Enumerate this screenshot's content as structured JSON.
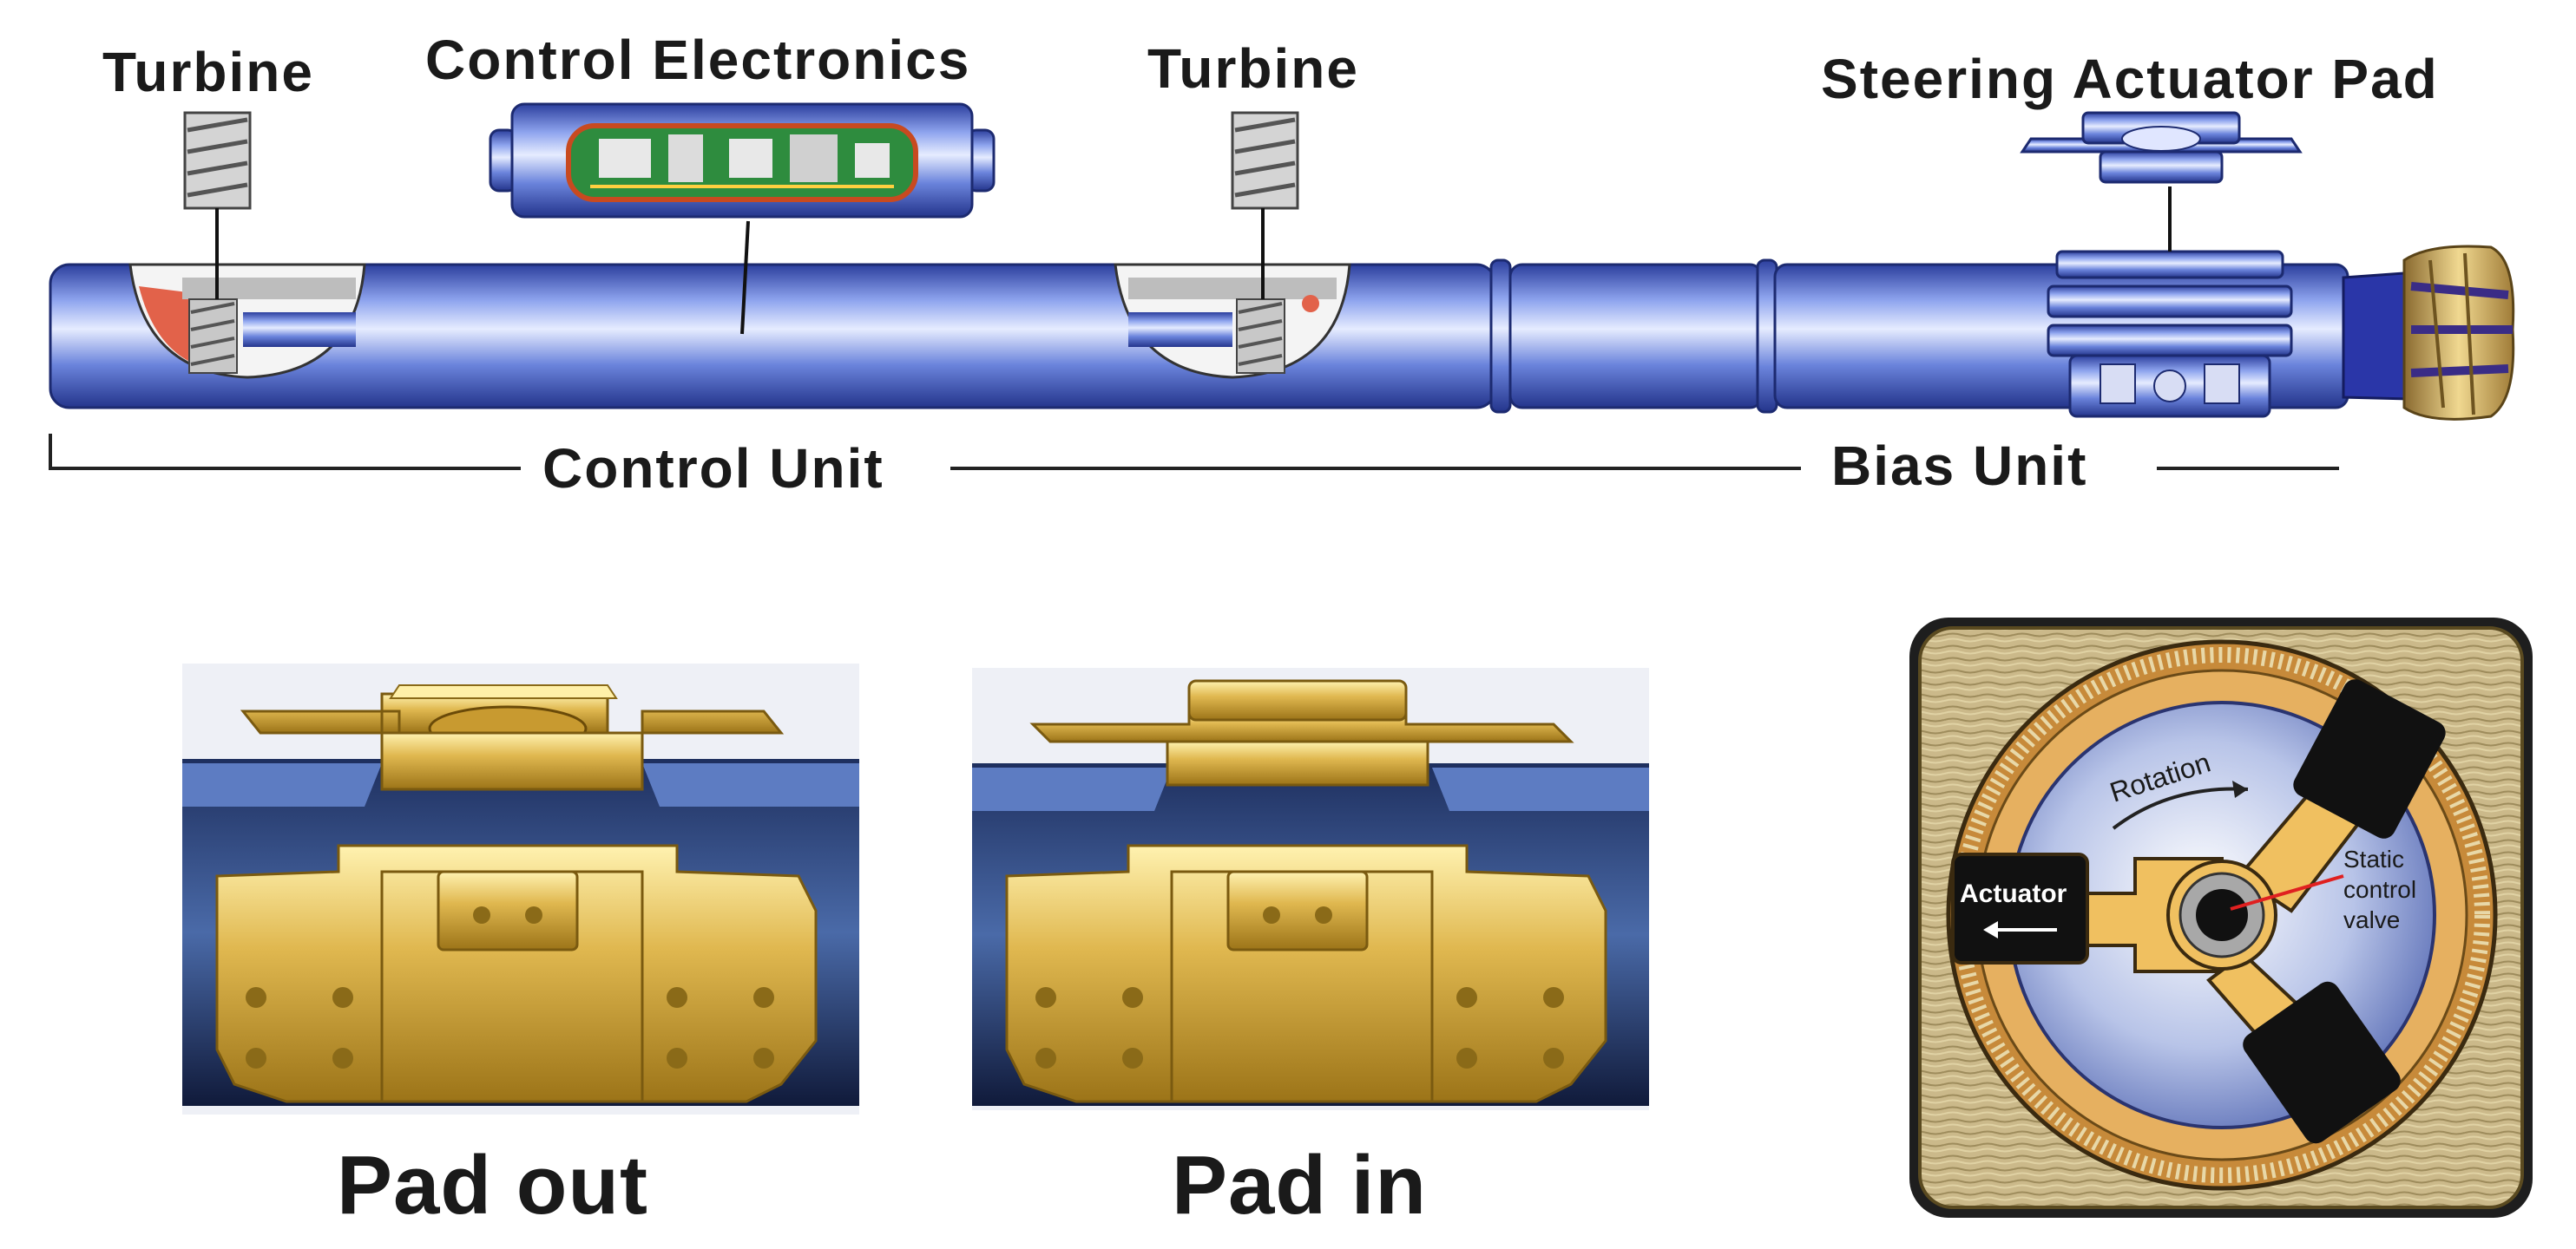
{
  "top_labels": {
    "turbine_left": "Turbine",
    "control_electronics": "Control Electronics",
    "turbine_right": "Turbine",
    "steering_actuator_pad": "Steering Actuator Pad"
  },
  "unit_labels": {
    "control_unit": "Control Unit",
    "bias_unit": "Bias Unit"
  },
  "pad_captions": {
    "pad_out": "Pad out",
    "pad_in": "Pad in"
  },
  "valve": {
    "rotation": "Rotation",
    "actuator": "Actuator",
    "static_line1": "Static",
    "static_line2": "control",
    "static_line3": "valve"
  },
  "colors": {
    "tool_blue": "#3d5bc0",
    "pad_gold": "#d9b040",
    "valve_bronze": "#c78a3a"
  }
}
